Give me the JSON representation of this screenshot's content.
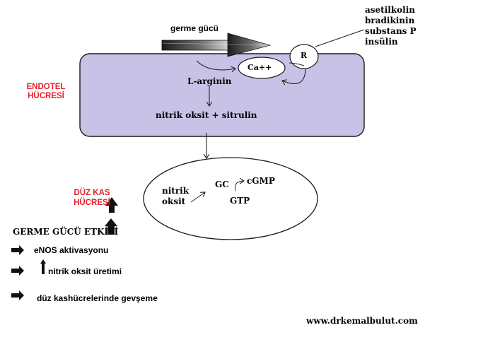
{
  "labels": {
    "germe_gucu": "germe gücü",
    "receptor_agonists": [
      "asetilkolin",
      "bradikinin",
      "substans P",
      "insülin"
    ],
    "receptor": "R",
    "calcium": "Ca++",
    "endotel_cell": [
      "ENDOTEL",
      "HÜCRESİ"
    ],
    "l_arginin": "L-arginin",
    "no_sitrulin": "nitrik oksit + sitrulin",
    "smooth_muscle_cell": [
      "DÜZ KAS",
      "HÜCRESİ"
    ],
    "nitrik_oksit_in_cell": [
      "nitrik",
      "oksit"
    ],
    "gc": "GC",
    "cgmp": "cGMP",
    "gtp": "GTP",
    "stretch_effect_title": "GERME GÜCÜ ETKİSİ",
    "effects": [
      "eNOS aktivasyonu",
      "nitrik oksit üretimi",
      "düz kashücrelerinde gevşeme"
    ],
    "website": "www.drkemalbulut.com"
  },
  "colors": {
    "cell_fill": "#c8c2e6",
    "cell_stroke": "#1a1a1a",
    "label_red": "#e8202a",
    "arrow_dark": "#222222"
  },
  "icons": [
    "stretch-force-arrow",
    "up-arrow-icon",
    "right-arrow-icon"
  ]
}
